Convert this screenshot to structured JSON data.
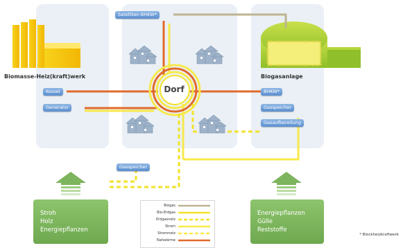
{
  "colors": {
    "biogas": "#bdb48f",
    "bio_erdgas": "#f2e22a",
    "erdgasnetz": "#f2e22a",
    "strom": "#f7e94a",
    "stromnetz": "#f7e94a",
    "nahwaerme": "#e06a2c",
    "panel": "#eaf0f6",
    "label": "#6b9ad6",
    "source_box": "#7db45e"
  },
  "plant_left": {
    "title": "Biomasse-Heiz(kraft)werk",
    "items": [
      "Kessel",
      "Generator"
    ]
  },
  "plant_right": {
    "title": "Biogasanlage",
    "items": [
      "BHKW*",
      "Gasspeicher",
      "Gasaufbereitung"
    ]
  },
  "village": {
    "title": "Dorf",
    "satellite_label": "Satelliten BHKW*",
    "gas_storage_label": "Gasspeicher"
  },
  "sources_left": [
    "Stroh",
    "Holz",
    "Energiepflanzen"
  ],
  "sources_right": [
    "Energiepflanzen",
    "Gülle",
    "Reststoffe"
  ],
  "legend": [
    {
      "label": "Biogas",
      "style": "biogas"
    },
    {
      "label": "Bio-Erdgas",
      "style": "bio_erdgas"
    },
    {
      "label": "Erdgasnetz",
      "style": "erdgasnetz"
    },
    {
      "label": "Strom",
      "style": "strom"
    },
    {
      "label": "Stromnetz",
      "style": "stromnetz"
    },
    {
      "label": "Nahwärme",
      "style": "nahwaerme"
    }
  ],
  "footnote": "* Blockheizkraftwerk"
}
